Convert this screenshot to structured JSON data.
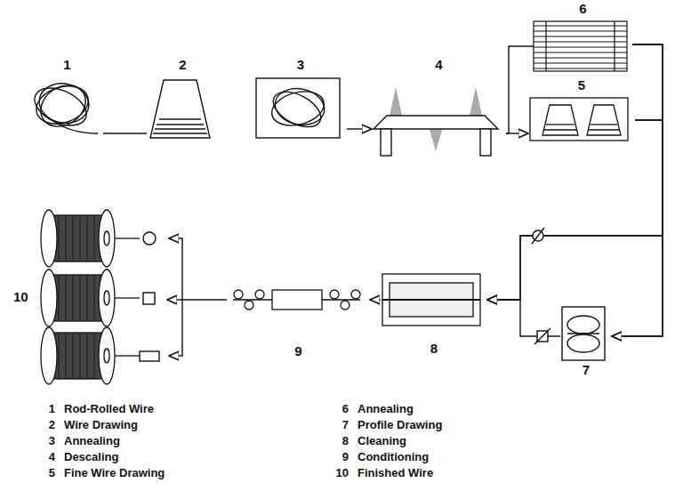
{
  "diagram": {
    "nodes": [
      {
        "text": [
          "1"
        ]
      },
      {
        "text": [
          "2"
        ]
      },
      {
        "text": [
          "3"
        ]
      },
      {
        "text": [
          "4"
        ]
      },
      {
        "text": [
          "5"
        ]
      },
      {
        "text": [
          "6"
        ]
      },
      {
        "text": [
          "7"
        ]
      },
      {
        "text": [
          "8"
        ]
      },
      {
        "text": [
          "9"
        ]
      },
      {
        "text": [
          "10"
        ]
      }
    ],
    "edges": [
      {
        "from": 0,
        "to": 1,
        "arrow": "none"
      },
      {
        "from": 2,
        "to": 3,
        "arrow": "to"
      },
      {
        "from": 3,
        "to": 4,
        "arrow": "to"
      },
      {
        "from": 3,
        "to": 5,
        "arrow": "none"
      },
      {
        "from": 4,
        "to": 6,
        "arrow": "to"
      },
      {
        "from": 4,
        "to": 7,
        "arrow": "to"
      },
      {
        "from": 5,
        "to": 6,
        "arrow": "to"
      },
      {
        "from": 5,
        "to": 7,
        "arrow": "to"
      },
      {
        "from": 6,
        "to": 7,
        "arrow": "to"
      },
      {
        "from": 7,
        "to": 8,
        "arrow": "to"
      },
      {
        "from": 8,
        "to": 9,
        "arrow": "to"
      }
    ],
    "labels": [
      "1",
      "Rod-Rolled Wire",
      "2",
      "Wire Drawing",
      "3",
      "Annealing",
      "4",
      "Descaling",
      "5",
      "Fine Wire Drawing",
      "6",
      "Annealing",
      "7",
      "Profile Drawing",
      "8",
      "Cleaning",
      "9",
      "Conditioning",
      "10",
      "Finished Wire"
    ]
  }
}
